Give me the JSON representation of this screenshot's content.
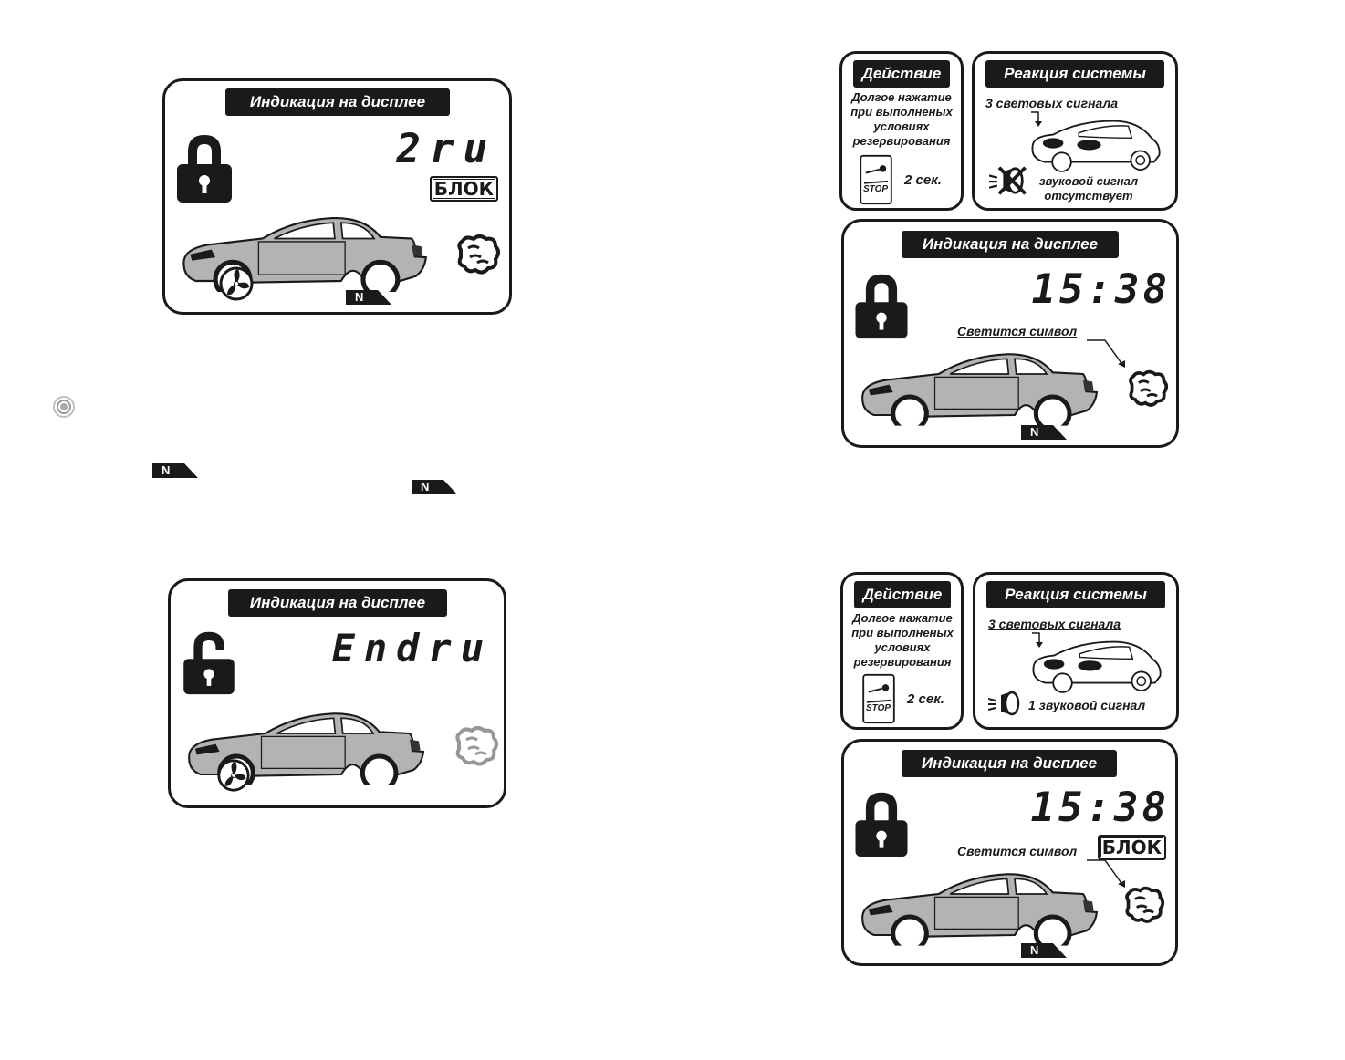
{
  "panel_top_left": {
    "header": "Индикация на дисплее",
    "lcd_text": "2ru",
    "block_badge": "БЛОК",
    "gear": "N"
  },
  "panel_bottom_left": {
    "header": "Индикация на дисплее",
    "lcd_text": "Endru"
  },
  "loose_gear_1": "N",
  "loose_gear_2": "N",
  "section_top_right": {
    "action_header": "Действие",
    "action_text": [
      "Долгое нажатие",
      "при выполненых",
      "условиях",
      "резервирования"
    ],
    "stop_label": "STOP",
    "duration": "2 сек.",
    "reaction_header": "Реакция системы",
    "light_signal": "3 световых сигнала",
    "sound_signal_line1": "звуковой сигнал",
    "sound_signal_line2": "отсутствует",
    "display_header": "Индикация на дисплее",
    "lcd_time": "15:38",
    "symbol_caption": "Светится символ",
    "gear": "N"
  },
  "section_bottom_right": {
    "action_header": "Действие",
    "action_text": [
      "Долгое нажатие",
      "при выполненых",
      "условиях",
      "резервирования"
    ],
    "stop_label": "STOP",
    "duration": "2 сек.",
    "reaction_header": "Реакция системы",
    "light_signal": "3 световых сигнала",
    "sound_signal": "1 звуковой сигнал",
    "display_header": "Индикация на дисплее",
    "lcd_time": "15:38",
    "block_badge": "БЛОК",
    "symbol_caption": "Светится символ",
    "gear": "N"
  }
}
